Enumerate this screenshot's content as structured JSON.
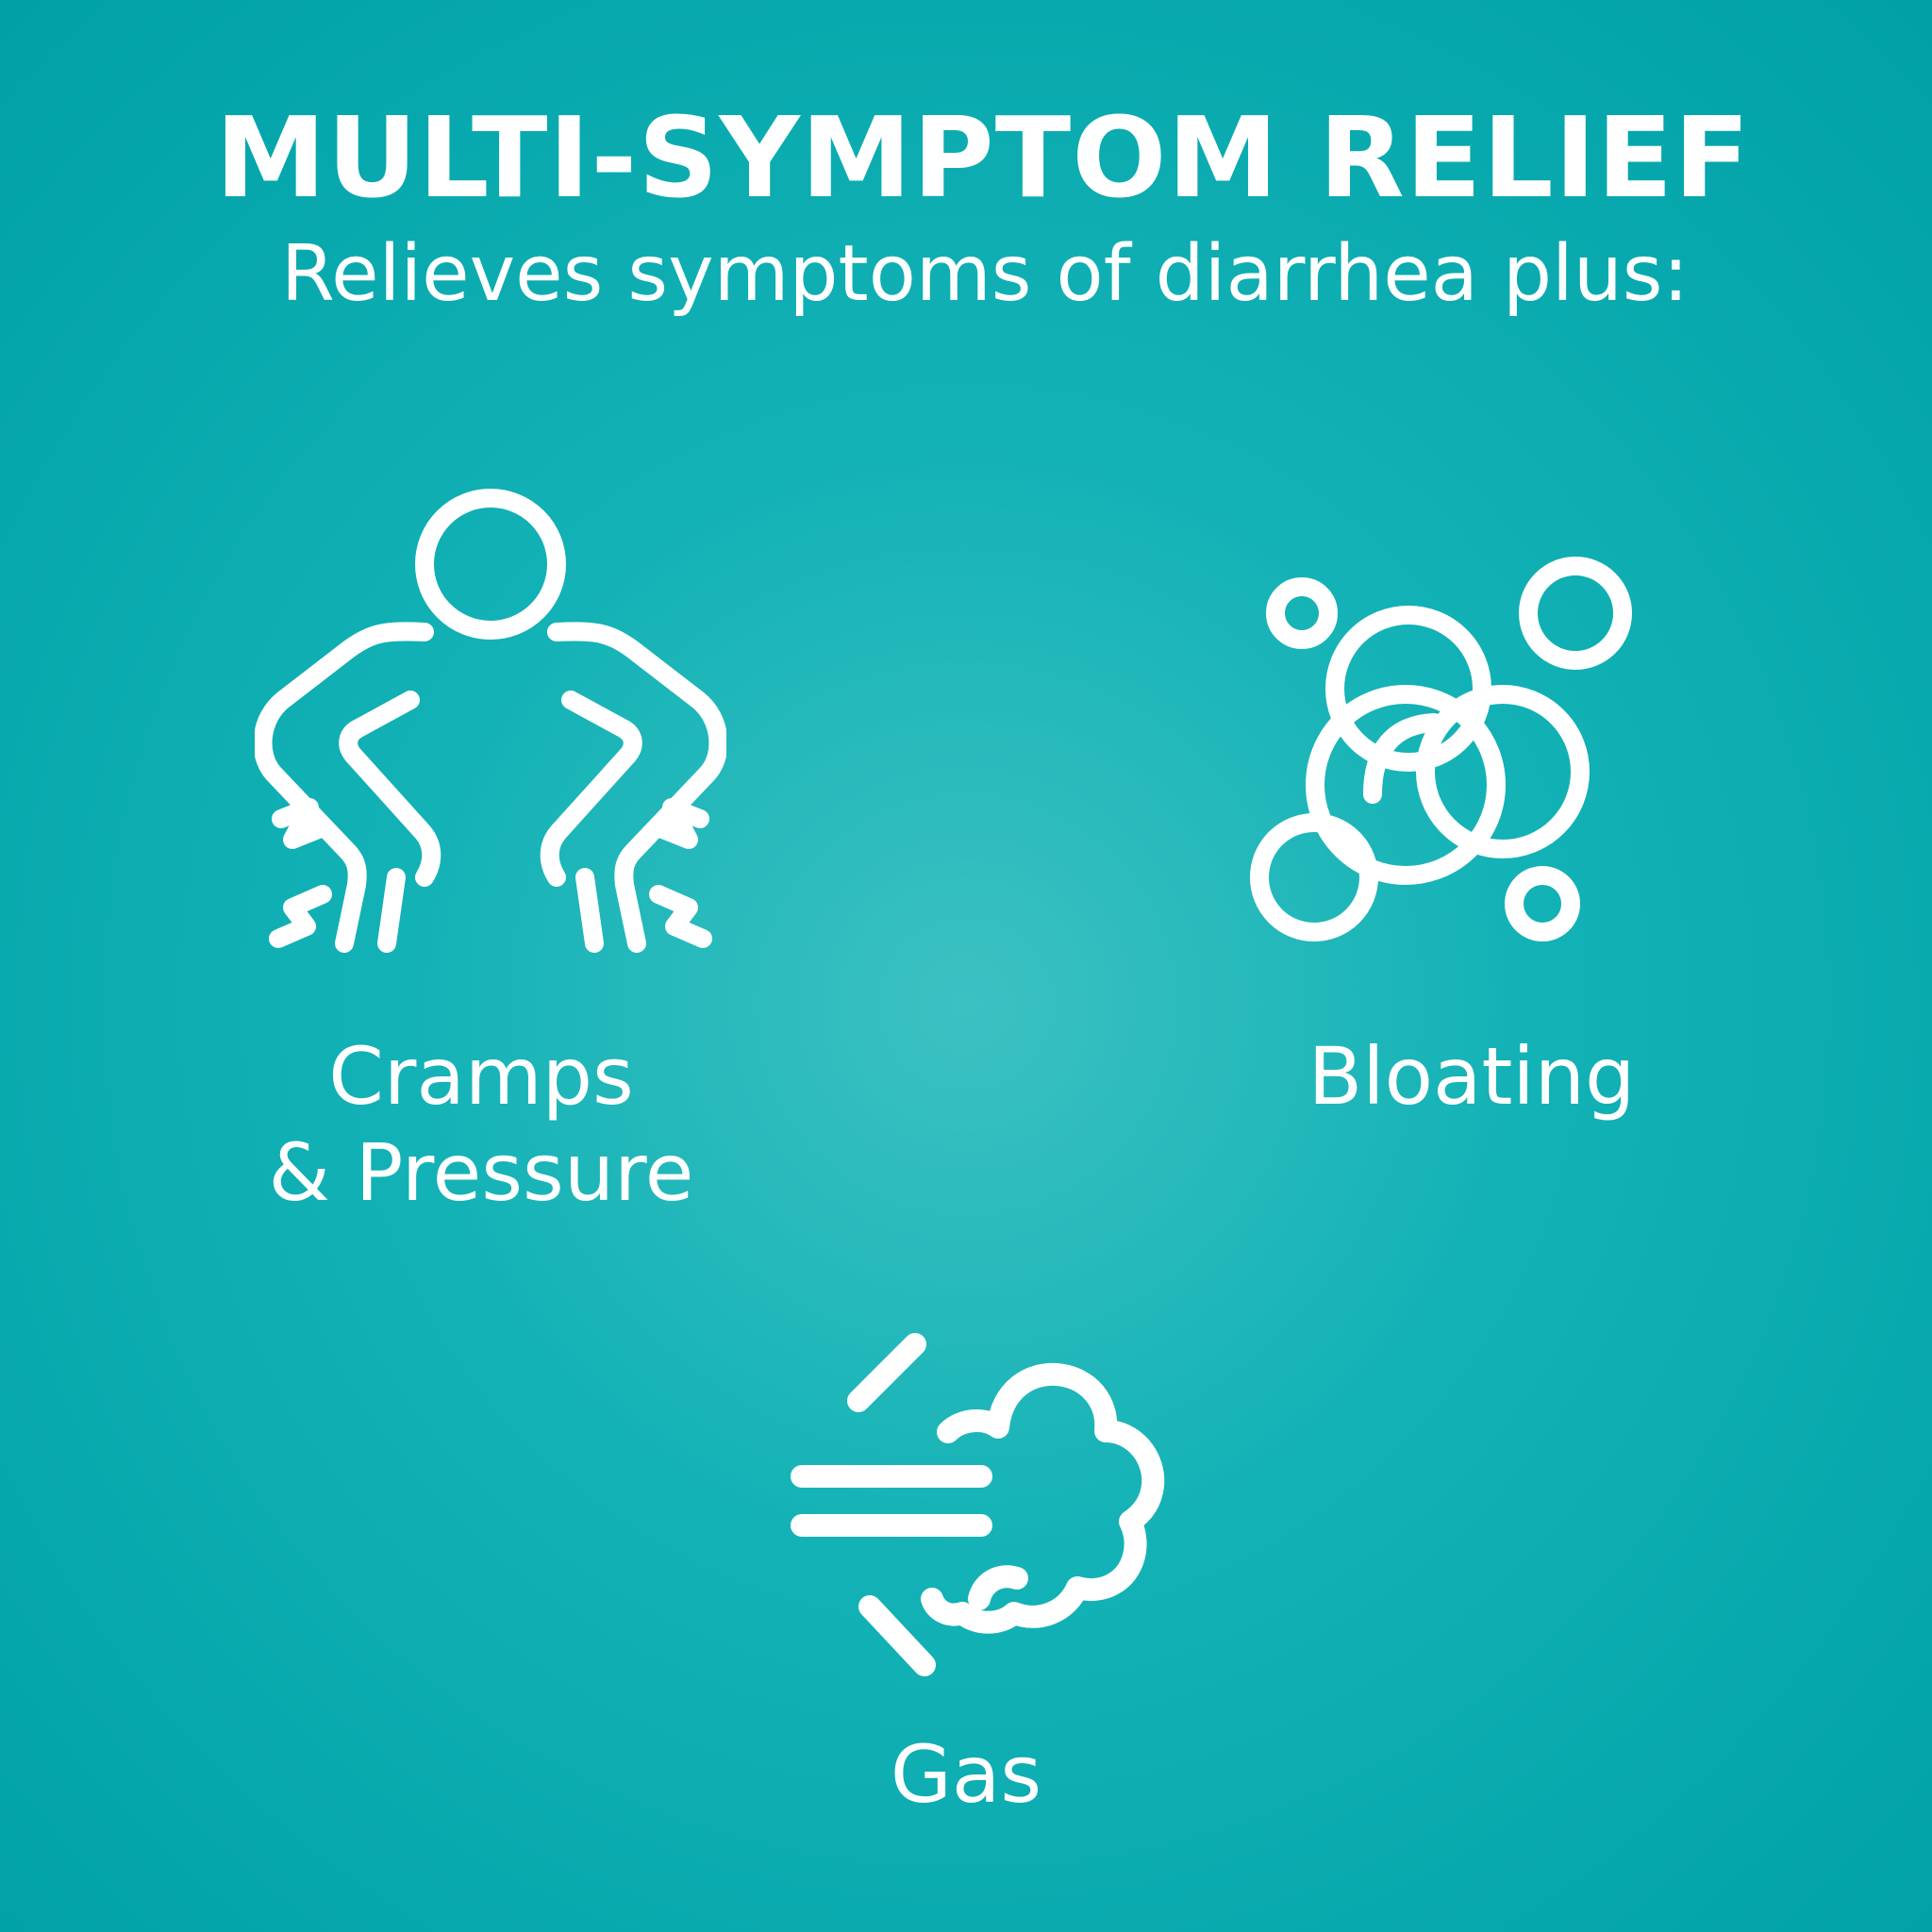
{
  "header": {
    "title": "MULTI-SYMPTOM RELIEF",
    "subtitle": "Relieves symptoms of diarrhea plus:"
  },
  "symptoms": {
    "cramps": {
      "line1": "Cramps",
      "line2": "& Pressure",
      "icon": "person-cramps-icon"
    },
    "bloating": {
      "label": "Bloating",
      "icon": "bubbles-icon"
    },
    "gas": {
      "label": "Gas",
      "icon": "gas-cloud-icon"
    }
  },
  "colors": {
    "background_center": "#3cc1c2",
    "background_edge": "#00a0a6",
    "foreground": "#ffffff"
  }
}
